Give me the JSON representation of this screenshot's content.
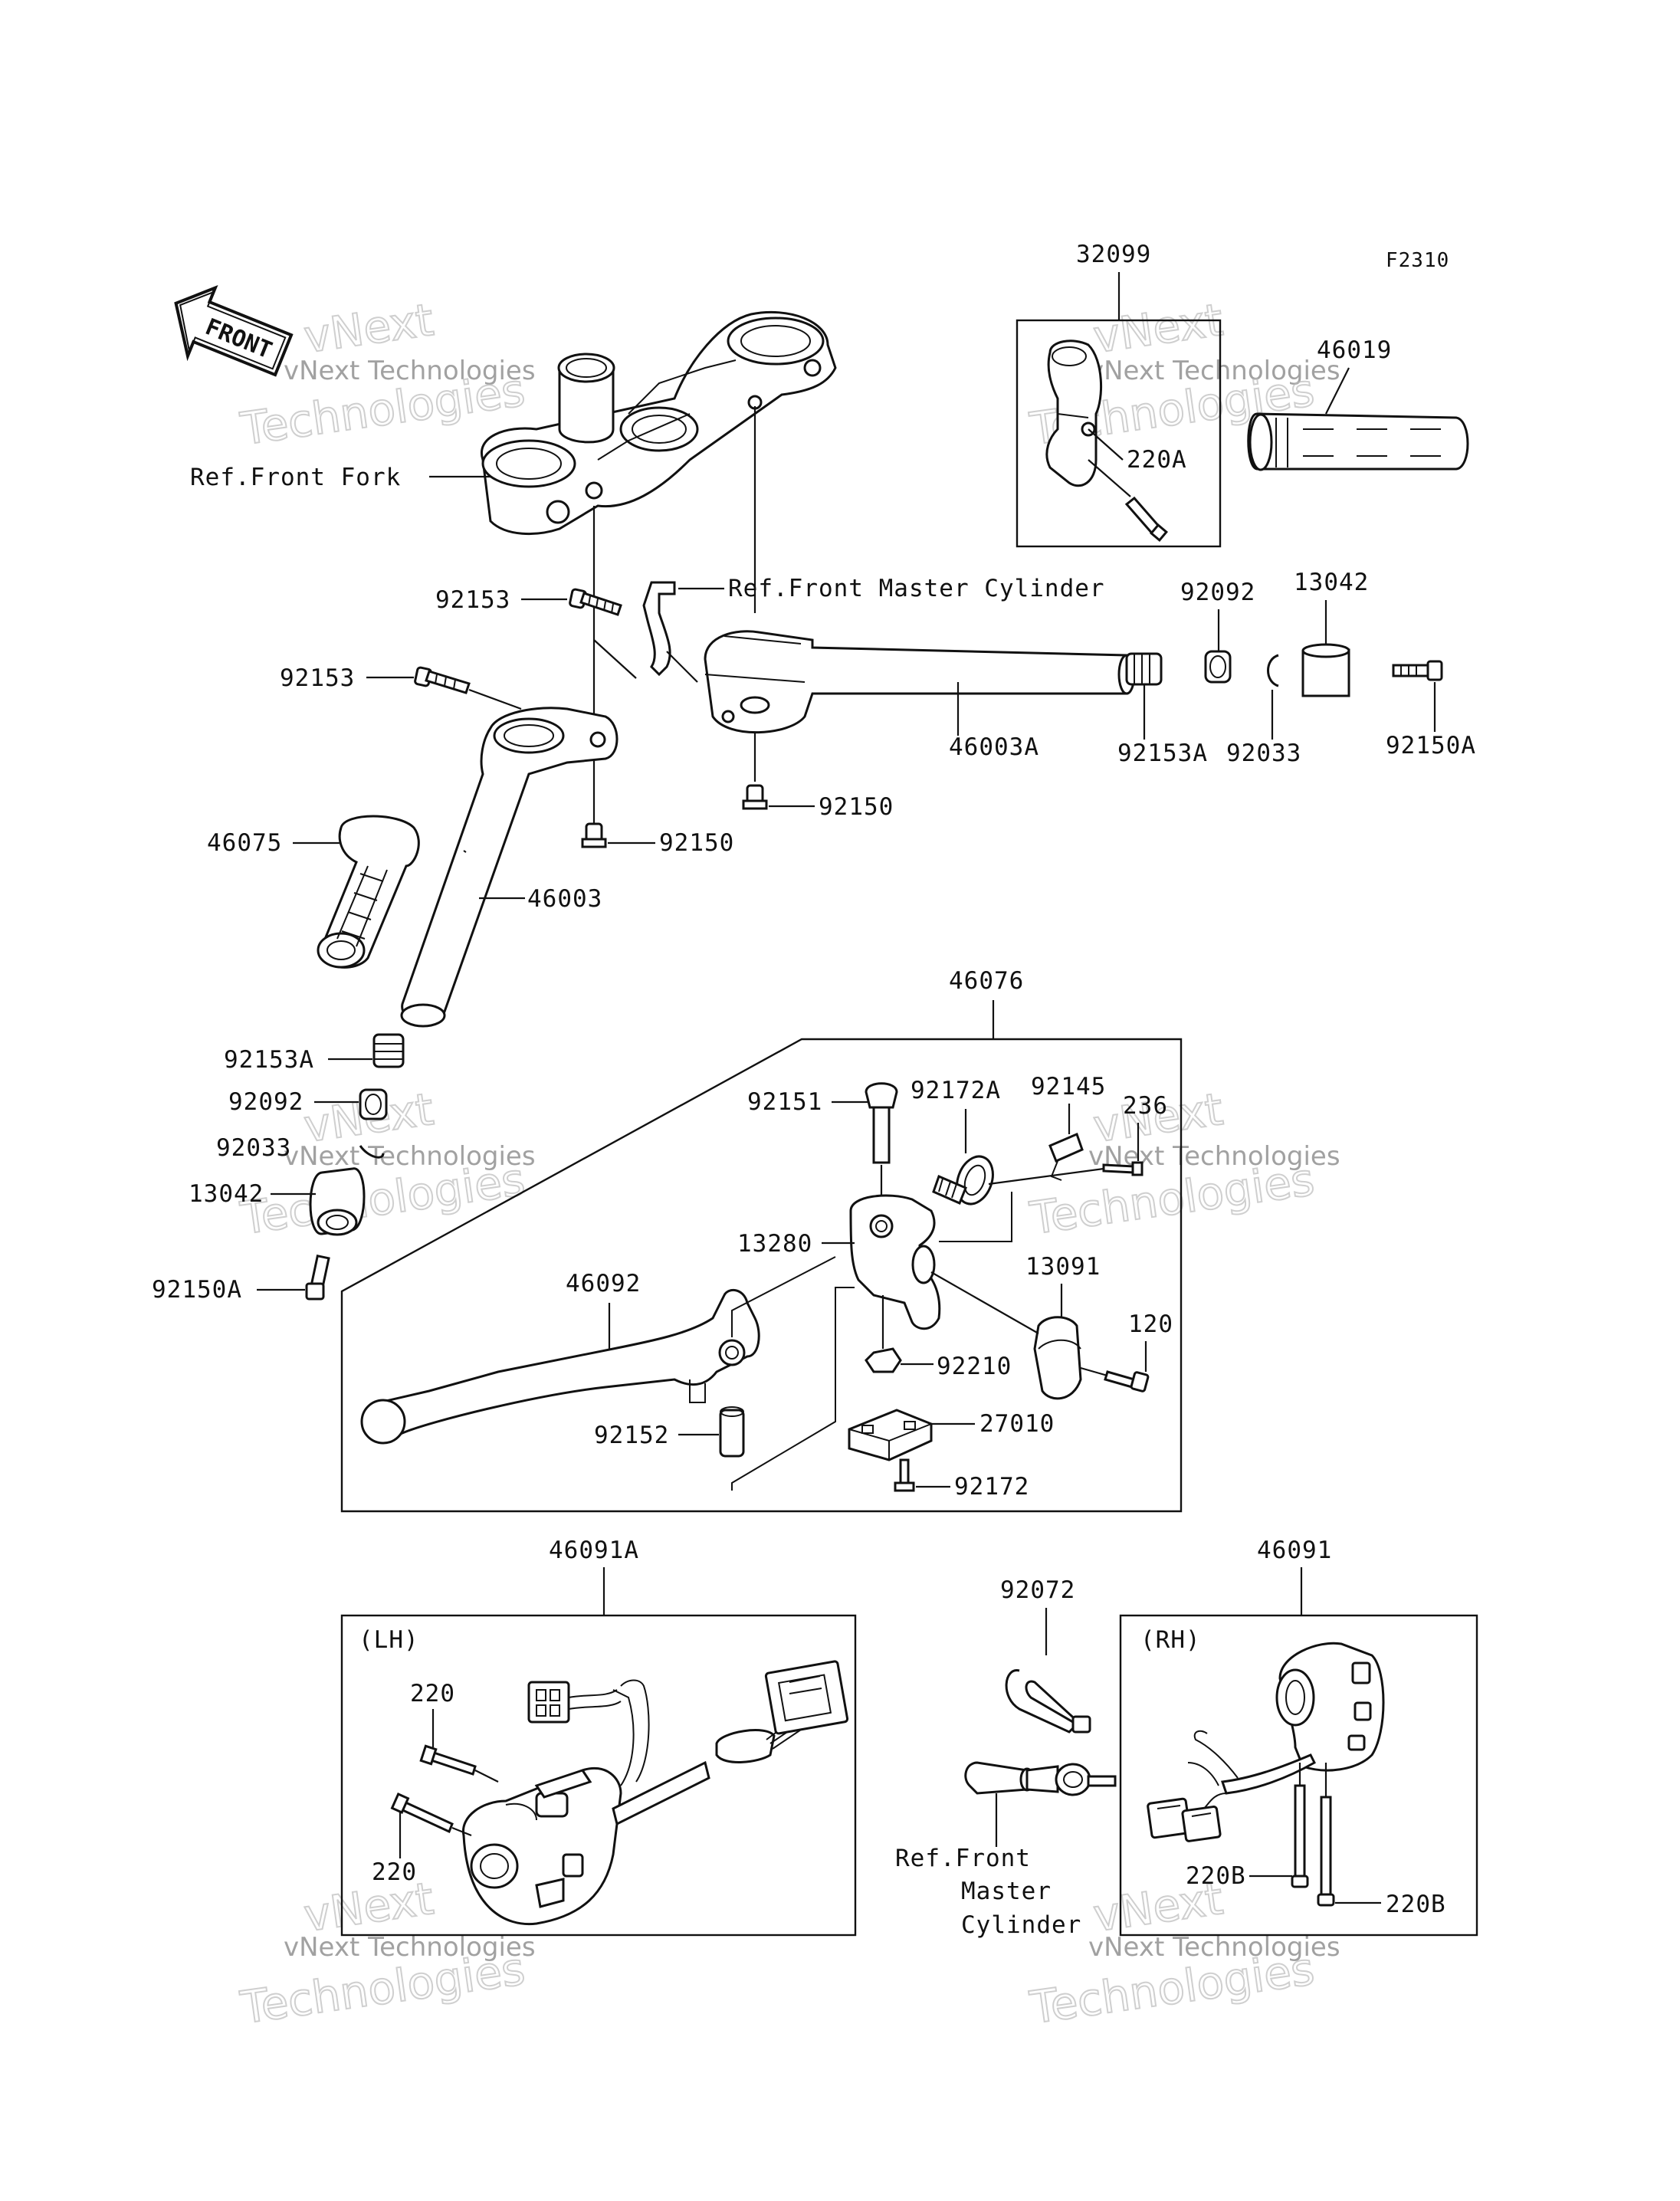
{
  "diagram": {
    "fig_code": "F2310",
    "front_arrow": "FRONT",
    "watermark_small": "vNext Technologies",
    "watermark_big": "Technologies",
    "watermark_top": "vNext",
    "refs": {
      "front_fork": "Ref.Front Fork",
      "front_master_cyl": "Ref.Front Master Cylinder",
      "ref_front": "Ref.Front",
      "master": "Master",
      "cylinder": "Cylinder"
    },
    "sides": {
      "lh": "(LH)",
      "rh": "(RH)"
    },
    "parts": {
      "p32099": "32099",
      "p46019": "46019",
      "p220A": "220A",
      "p92092a": "92092",
      "p13042a": "13042",
      "p92153a": "92153",
      "p92153b": "92153",
      "p46003A": "46003A",
      "p92153A_r": "92153A",
      "p92033_r": "92033",
      "p92150A_r": "92150A",
      "p92150a": "92150",
      "p92150b": "92150",
      "p46075": "46075",
      "p46003": "46003",
      "p46076": "46076",
      "p92153A_l": "92153A",
      "p92092_l": "92092",
      "p92033_l": "92033",
      "p13042_l": "13042",
      "p92150A_l": "92150A",
      "p92151": "92151",
      "p92172A": "92172A",
      "p92145": "92145",
      "p236": "236",
      "p13280": "13280",
      "p46092": "46092",
      "p13091": "13091",
      "p120": "120",
      "p92210": "92210",
      "p92152": "92152",
      "p27010": "27010",
      "p92172": "92172",
      "p46091A": "46091A",
      "p92072": "92072",
      "p46091": "46091",
      "p220a": "220",
      "p220b": "220",
      "p220Ba": "220B",
      "p220Bb": "220B"
    }
  }
}
